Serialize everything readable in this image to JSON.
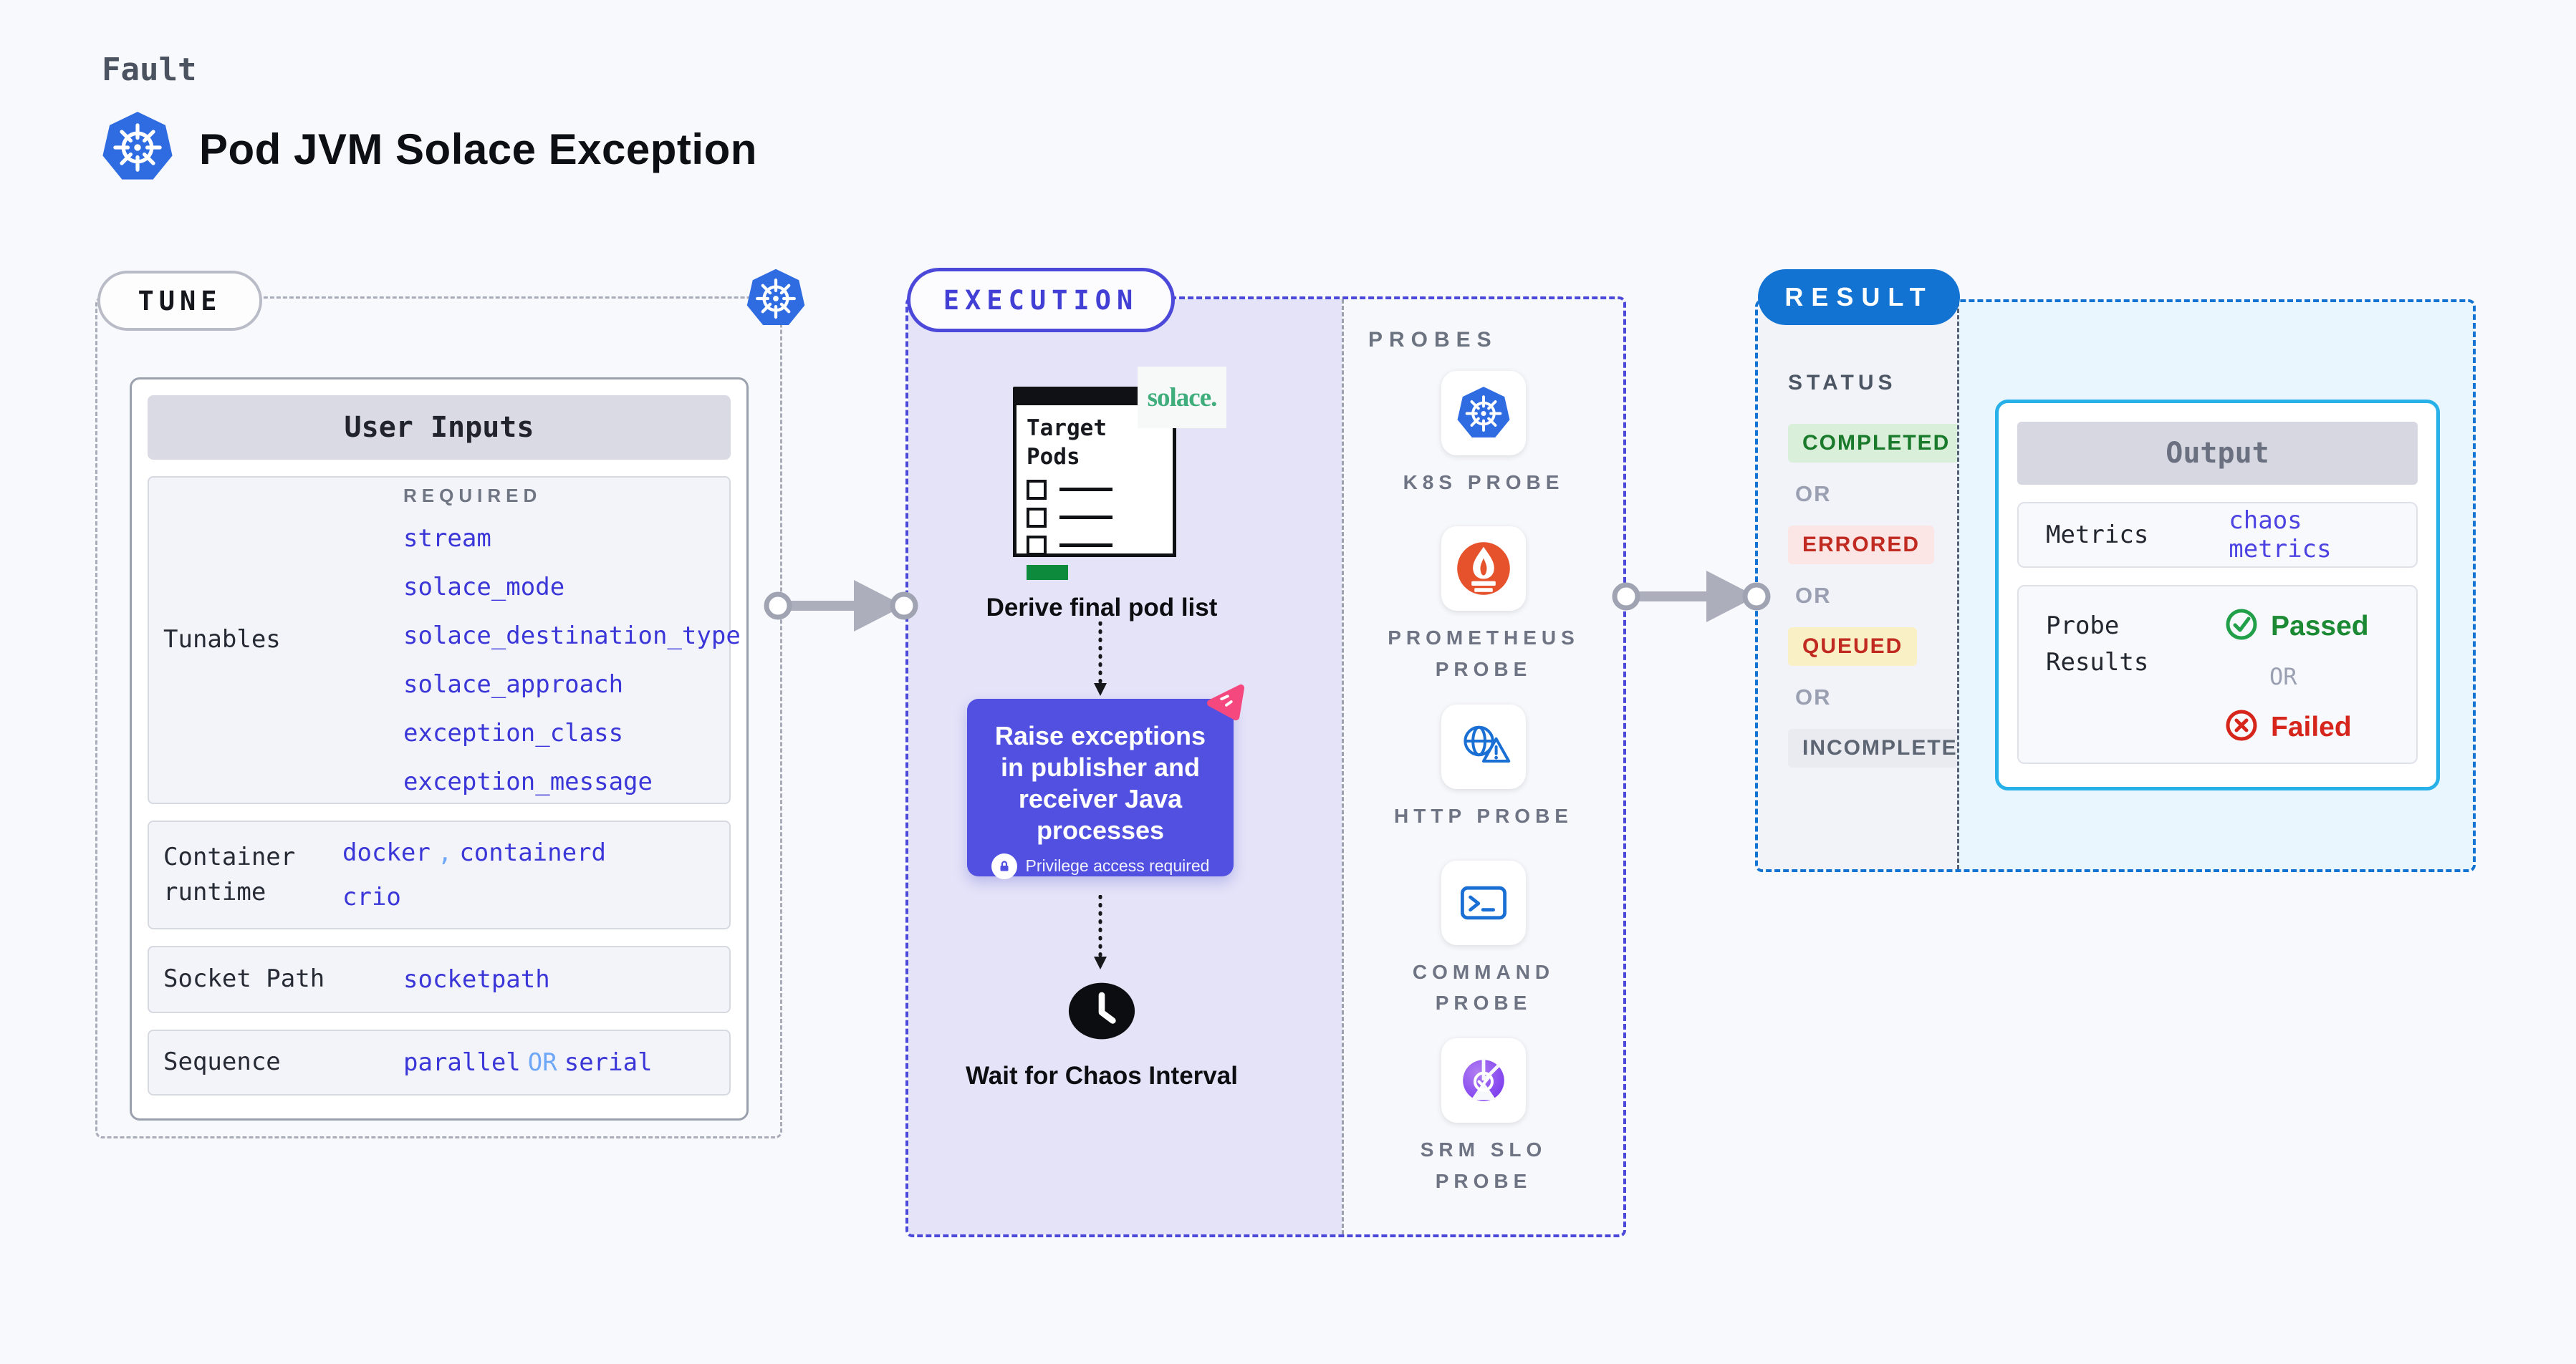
{
  "header": {
    "eyebrow": "Fault",
    "title": "Pod JVM Solace Exception"
  },
  "colors": {
    "kubernetes_blue": "#2f6ce2",
    "indigo_accent": "#4b48da",
    "indigo_value_text": "#3b36d8",
    "light_blue_connector_text": "#6ea7f8",
    "lavender_flow_bg": "#e4e3f8",
    "chaos_box_purple": "#5150e1",
    "chaos_logo_pink": "#f5487f",
    "solace_green": "#3fae7c",
    "prometheus_orange": "#e6522c",
    "result_blue": "#1273d2",
    "output_border_cyan": "#28b1e8",
    "completed_green": "#1a7a2c",
    "errored_red": "#c02a20",
    "queued_yellow_bg": "#faf0c6",
    "passed_green": "#1c8a35",
    "failed_red": "#d6251b"
  },
  "tune": {
    "badge": "TUNE",
    "user_inputs_title": "User Inputs",
    "rows": [
      {
        "label": "Tunables",
        "required_label": "REQUIRED",
        "values": [
          "stream",
          "solace_mode",
          "solace_destination_type",
          "solace_approach",
          "exception_class",
          "exception_message"
        ]
      },
      {
        "label": "Container runtime",
        "v1": "docker",
        "sep": ",",
        "v2": "containerd",
        "v3": "crio"
      },
      {
        "label": "Socket Path",
        "value": "socketpath"
      },
      {
        "label": "Sequence",
        "v1": "parallel",
        "or": "OR",
        "v2": "serial"
      }
    ]
  },
  "execution": {
    "badge": "EXECUTION",
    "target_window_title": "Target Pods",
    "solace_logo": "solace.",
    "step_derive": "Derive final pod list",
    "step_chaos": "Raise exceptions in publisher and receiver Java processes",
    "step_chaos_note": "Privilege access required",
    "step_wait": "Wait for Chaos Interval"
  },
  "probes": {
    "title": "PROBES",
    "items": [
      {
        "icon": "kubernetes-icon",
        "label": "K8S PROBE"
      },
      {
        "icon": "prometheus-icon",
        "label": "PROMETHEUS PROBE"
      },
      {
        "icon": "http-globe-warning-icon",
        "label": "HTTP PROBE"
      },
      {
        "icon": "terminal-icon",
        "label": "COMMAND PROBE"
      },
      {
        "icon": "srm-slo-gauge-icon",
        "label": "SRM SLO PROBE"
      }
    ]
  },
  "result": {
    "badge": "RESULT",
    "status_title": "STATUS",
    "or_label": "OR",
    "statuses": [
      {
        "label": "COMPLETED"
      },
      {
        "label": "ERRORED"
      },
      {
        "label": "QUEUED"
      },
      {
        "label": "INCOMPLETED"
      }
    ],
    "output": {
      "title": "Output",
      "metrics_label": "Metrics",
      "metrics_value": "chaos metrics",
      "probe_results_label": "Probe Results",
      "passed_label": "Passed",
      "or_label": "OR",
      "failed_label": "Failed"
    }
  }
}
